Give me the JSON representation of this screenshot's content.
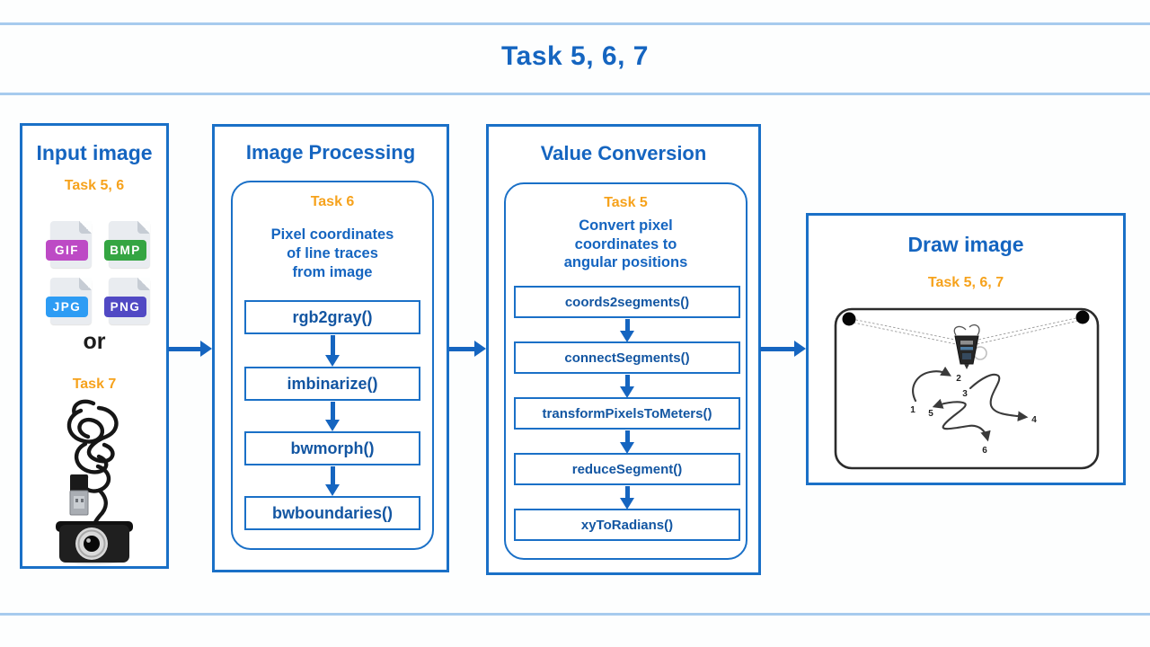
{
  "title": "Task 5, 6, 7",
  "colors": {
    "box_border": "#1a70c7",
    "heading_blue": "#1565c0",
    "task_orange": "#f6a21c",
    "divider_blue": "#a7cbee",
    "arrow_blue": "#1565c0"
  },
  "cols": {
    "input": {
      "title": "Input image",
      "task": "Task 5, 6",
      "file_types": [
        {
          "label": "GIF",
          "color": "#bd4ac5"
        },
        {
          "label": "BMP",
          "color": "#34a542"
        },
        {
          "label": "JPG",
          "color": "#2d9cf4"
        },
        {
          "label": "PNG",
          "color": "#5149c4"
        }
      ],
      "or": "or",
      "task2": "Task 7"
    },
    "processing": {
      "title": "Image Processing",
      "task": "Task 6",
      "desc": [
        "Pixel coordinates",
        "of line traces",
        "from image"
      ],
      "functions": [
        "rgb2gray()",
        "imbinarize()",
        "bwmorph()",
        "bwboundaries()"
      ]
    },
    "conversion": {
      "title": "Value Conversion",
      "task": "Task 5",
      "desc": [
        "Convert pixel",
        "coordinates to",
        "angular positions"
      ],
      "functions": [
        "coords2segments()",
        "connectSegments()",
        "transformPixelsToMeters()",
        "reduceSegment()",
        "xyToRadians()"
      ]
    },
    "draw": {
      "title": "Draw image",
      "task": "Task 5, 6, 7",
      "trace_points": [
        "1",
        "2",
        "3",
        "4",
        "5",
        "6"
      ]
    }
  }
}
